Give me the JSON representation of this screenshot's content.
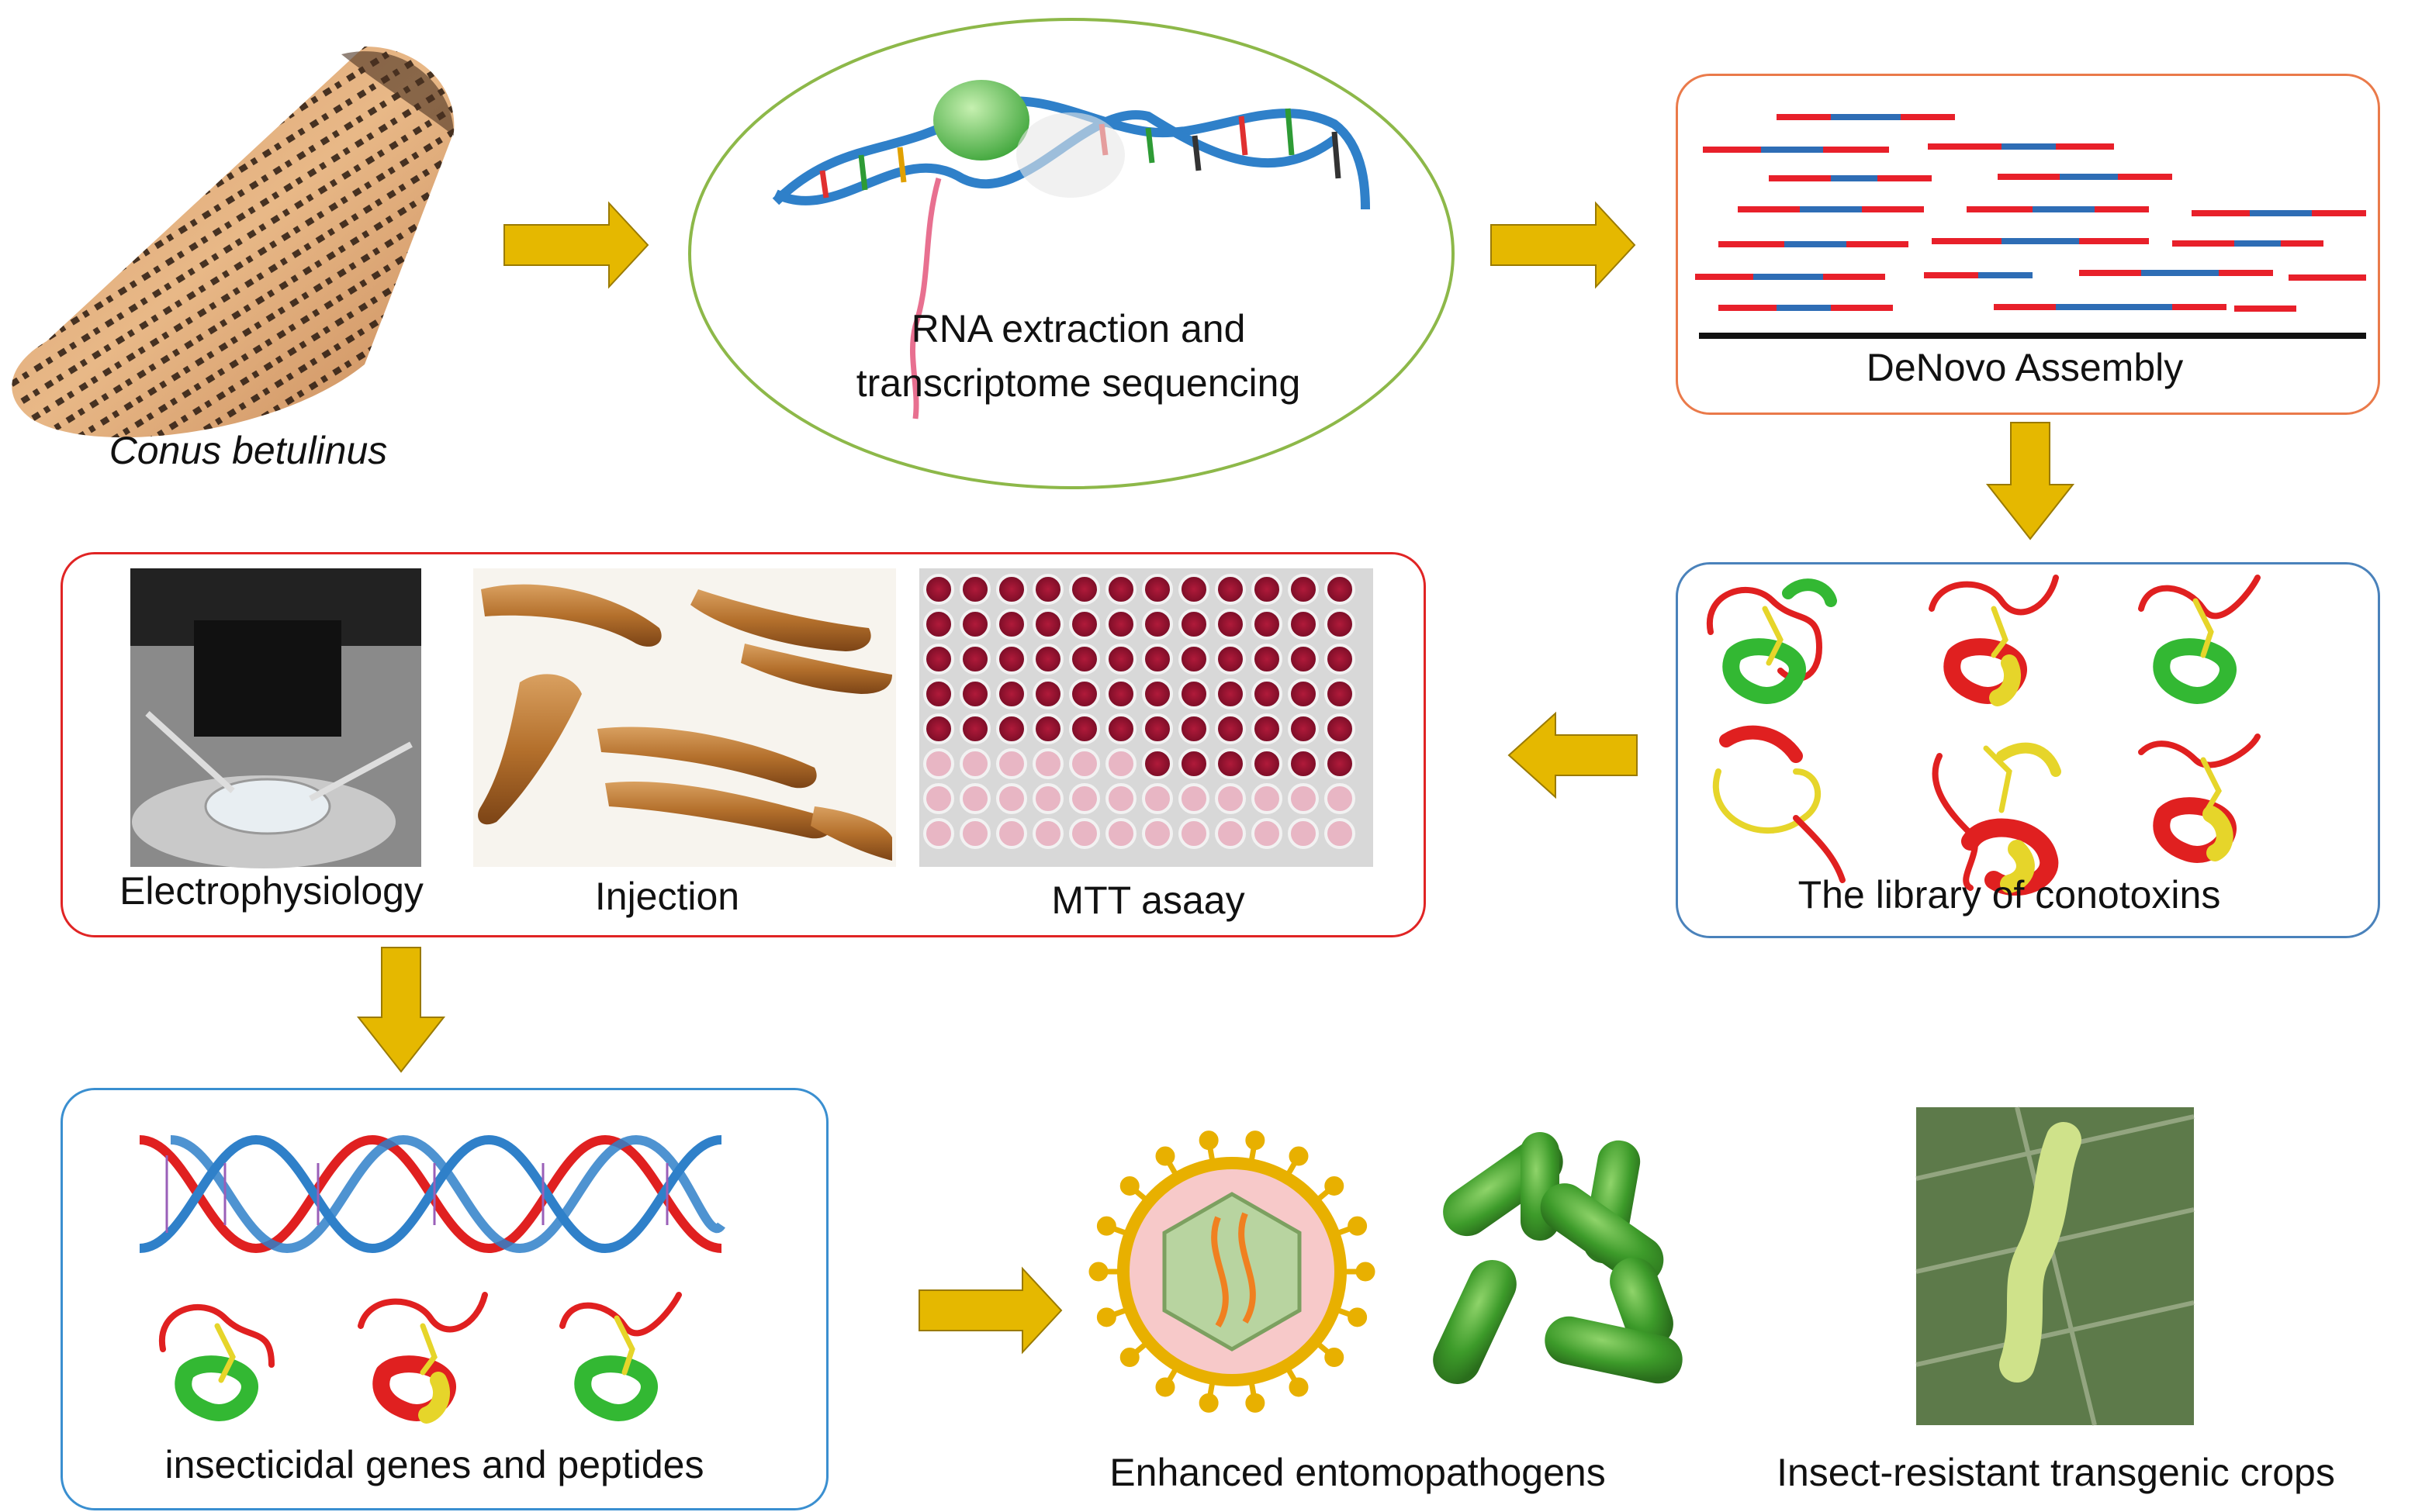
{
  "labels": {
    "species": "Conus betulinus",
    "rna": "RNA extraction and",
    "rna2": "transcriptome sequencing",
    "denovo": "DeNovo Assembly",
    "library": "The library of conotoxins",
    "electro": "Electrophysiology",
    "injection": "Injection",
    "mtt": "MTT asaay",
    "genes": "insecticidal genes and peptides",
    "entomo": "Enhanced entomopathogens",
    "crops": "Insect-resistant transgenic crops"
  },
  "colors": {
    "arrow": "#e5b800",
    "ellipse_border": "#8db849",
    "denovo_border": "#ea7a4a",
    "library_border": "#4a82bb",
    "assays_border": "#e02424",
    "genes_border": "#3a8fd0",
    "read_red": "#e8202a",
    "read_blue": "#2e6db5"
  }
}
